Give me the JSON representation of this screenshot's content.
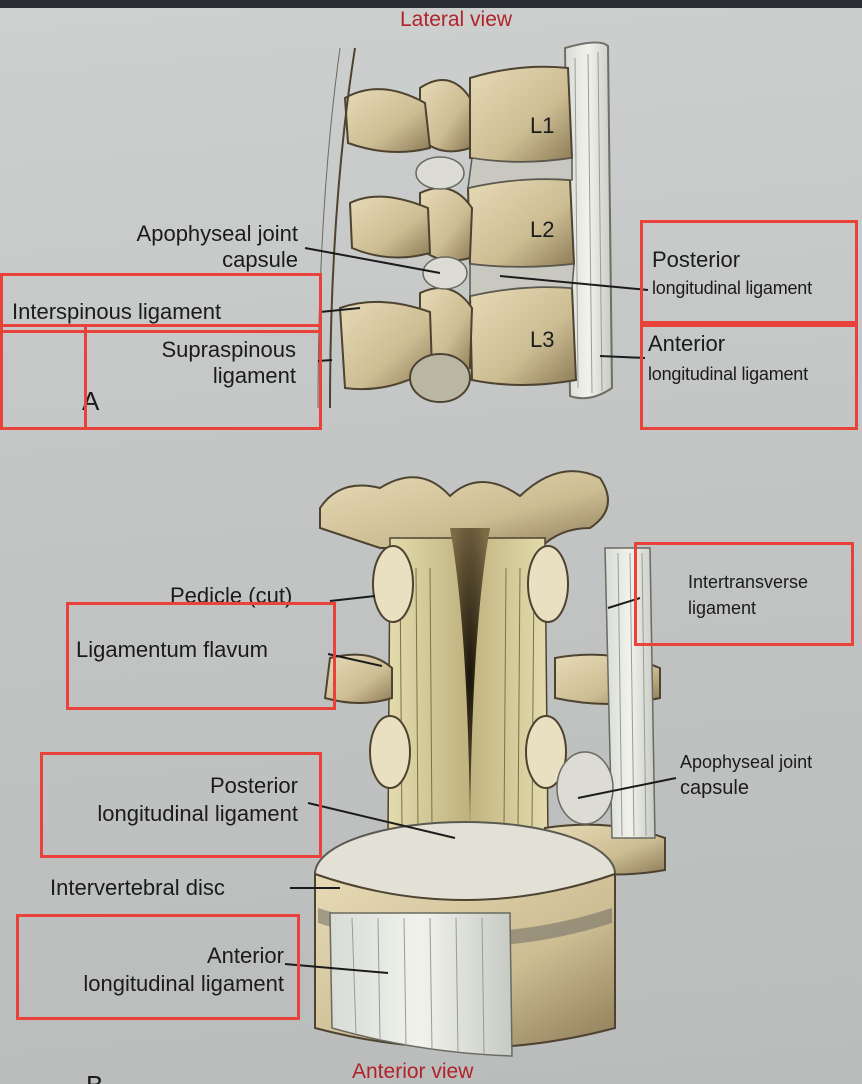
{
  "panel_a": {
    "title": "Lateral view",
    "letter": "A",
    "vertebra_labels": [
      "L1",
      "L2",
      "L3"
    ],
    "labels": {
      "apophyseal_joint_1": "Apophyseal joint",
      "apophyseal_joint_2": "capsule",
      "interspinous": "Interspinous ligament",
      "supraspinous_1": "Supraspinous",
      "supraspinous_2": "ligament",
      "posterior_long_1": "Posterior",
      "posterior_long_2": "longitudinal ligament",
      "anterior_long_1": "Anterior",
      "anterior_long_2": "longitudinal ligament"
    }
  },
  "panel_b": {
    "title": "Anterior view",
    "letter": "B",
    "labels": {
      "pedicle": "Pedicle (cut)",
      "ligamentum_flavum": "Ligamentum flavum",
      "posterior_long_1": "Posterior",
      "posterior_long_2": "longitudinal ligament",
      "intervertebral_disc": "Intervertebral disc",
      "anterior_long_1": "Anterior",
      "anterior_long_2": "longitudinal ligament",
      "intertransverse_1": "Intertransverse",
      "intertransverse_2": "ligament",
      "apophyseal_1": "Apophyseal joint",
      "apophyseal_2": "capsule"
    }
  },
  "colors": {
    "highlight": "#e8423a",
    "title": "#b1232a",
    "bone": "#d9cba3",
    "bone_shadow": "#8e7f5c"
  }
}
